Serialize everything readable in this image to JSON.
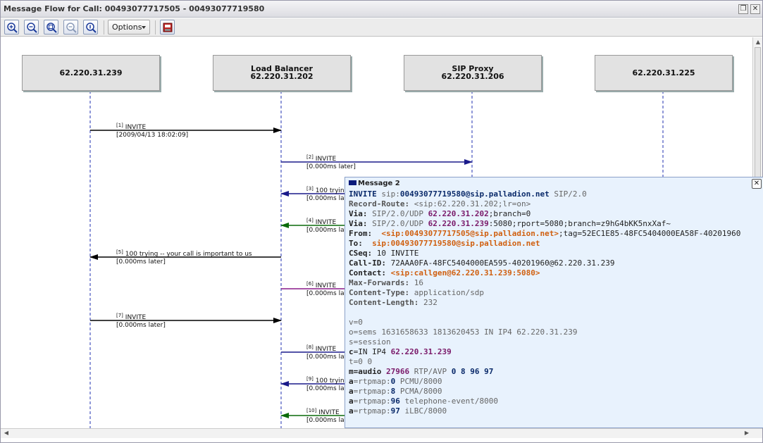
{
  "window": {
    "title": "Message Flow for Call: 00493077717505 - 00493077719580",
    "restore_icon": "restore-window-icon",
    "close_icon": "close-icon"
  },
  "toolbar": {
    "buttons": [
      "zoom-in-icon",
      "zoom-out-icon",
      "zoom-fit-icon",
      "zoom-reset-icon",
      "zoom-actual-icon"
    ],
    "options_label": "Options",
    "export_icon": "export-icon"
  },
  "endpoints": [
    {
      "line1": "62.220.31.239",
      "line2": ""
    },
    {
      "line1": "Load Balancer",
      "line2": "62.220.31.202"
    },
    {
      "line1": "SIP Proxy",
      "line2": "62.220.31.206"
    },
    {
      "line1": "62.220.31.225",
      "line2": ""
    }
  ],
  "messages": [
    {
      "num": "[1]",
      "label": "INVITE",
      "time": "[2009/04/13 18:02:09]",
      "color": "#000000"
    },
    {
      "num": "[2]",
      "label": "INVITE",
      "time": "[0.000ms later]",
      "color": "#1a1a8a"
    },
    {
      "num": "[3]",
      "label": "100 trying",
      "time": "[0.000ms lat",
      "color": "#1a1a8a"
    },
    {
      "num": "[4]",
      "label": "INVITE",
      "time": "[0.000ms lat",
      "color": "#0a6a0a"
    },
    {
      "num": "[5]",
      "label": "100 trying -- your call is important to us",
      "time": "[0.000ms later]",
      "color": "#000000"
    },
    {
      "num": "[6]",
      "label": "INVITE",
      "time": "[0.000ms lat",
      "color": "#8a1a8a"
    },
    {
      "num": "[7]",
      "label": "INVITE",
      "time": "[0.000ms later]",
      "color": "#000000"
    },
    {
      "num": "[8]",
      "label": "INVITE",
      "time": "[0.000ms lat",
      "color": "#1a1a8a"
    },
    {
      "num": "[9]",
      "label": "100 tryin",
      "time": "[0.000ms lat",
      "color": "#1a1a8a"
    },
    {
      "num": "[10]",
      "label": "INVITE",
      "time": "[0.000ms lat",
      "color": "#0a6a0a"
    }
  ],
  "popup": {
    "title": "Message 2",
    "request_method": "INVITE",
    "request_uri_scheme": "sip:",
    "request_uri_user": "00493077719580@sip.palladion.net",
    "request_version": "SIP/2.0",
    "headers": {
      "record_route_name": "Record-Route:",
      "record_route_value": "<sip:62.220.31.202;lr=on>",
      "via1_name": "Via:",
      "via1_proto": "SIP/2.0/UDP",
      "via1_host": "62.220.31.202",
      "via1_params": ";branch=0",
      "via2_name": "Via:",
      "via2_proto": "SIP/2.0/UDP",
      "via2_host": "62.220.31.239",
      "via2_params": ":5080;rport=5080;branch=z9hG4bKK5nxXaf~",
      "from_name": "From:",
      "from_uri": "<sip:00493077717505@sip.palladion.net>",
      "from_tag": ";tag=52EC1E85-48FC5404000EA58F-40201960",
      "to_name": "To:",
      "to_uri": "sip:00493077719580@sip.palladion.net",
      "cseq_name": "CSeq:",
      "cseq_value": "10 INVITE",
      "callid_name": "Call-ID:",
      "callid_value": "72AAA0FA-48FC5404000EA595-40201960@62.220.31.239",
      "contact_name": "Contact:",
      "contact_value": "<sip:callgen@62.220.31.239:5080>",
      "maxfwd_name": "Max-Forwards:",
      "maxfwd_value": "16",
      "ctype_name": "Content-Type:",
      "ctype_value": "application/sdp",
      "clen_name": "Content-Length:",
      "clen_value": "232"
    },
    "sdp": {
      "v": "v=0",
      "o": "o=sems 1631658633 1813620453 IN IP4 62.220.31.239",
      "s": "s=session",
      "c_key": "c",
      "c_rest": "=IN IP4 ",
      "c_ip": "62.220.31.239",
      "t": "t=0 0",
      "m_key": "m",
      "m_media": "=audio",
      "m_port": "27966",
      "m_proto": "RTP/AVP",
      "m_fmts": "0 8 96 97",
      "rtpmap": [
        {
          "key": "a",
          "attr": "=rtpmap:",
          "pt": "0",
          "codec": "PCMU/8000"
        },
        {
          "key": "a",
          "attr": "=rtpmap:",
          "pt": "8",
          "codec": "PCMA/8000"
        },
        {
          "key": "a",
          "attr": "=rtpmap:",
          "pt": "96",
          "codec": "telephone-event/8000"
        },
        {
          "key": "a",
          "attr": "=rtpmap:",
          "pt": "97",
          "codec": "iLBC/8000"
        }
      ]
    }
  }
}
